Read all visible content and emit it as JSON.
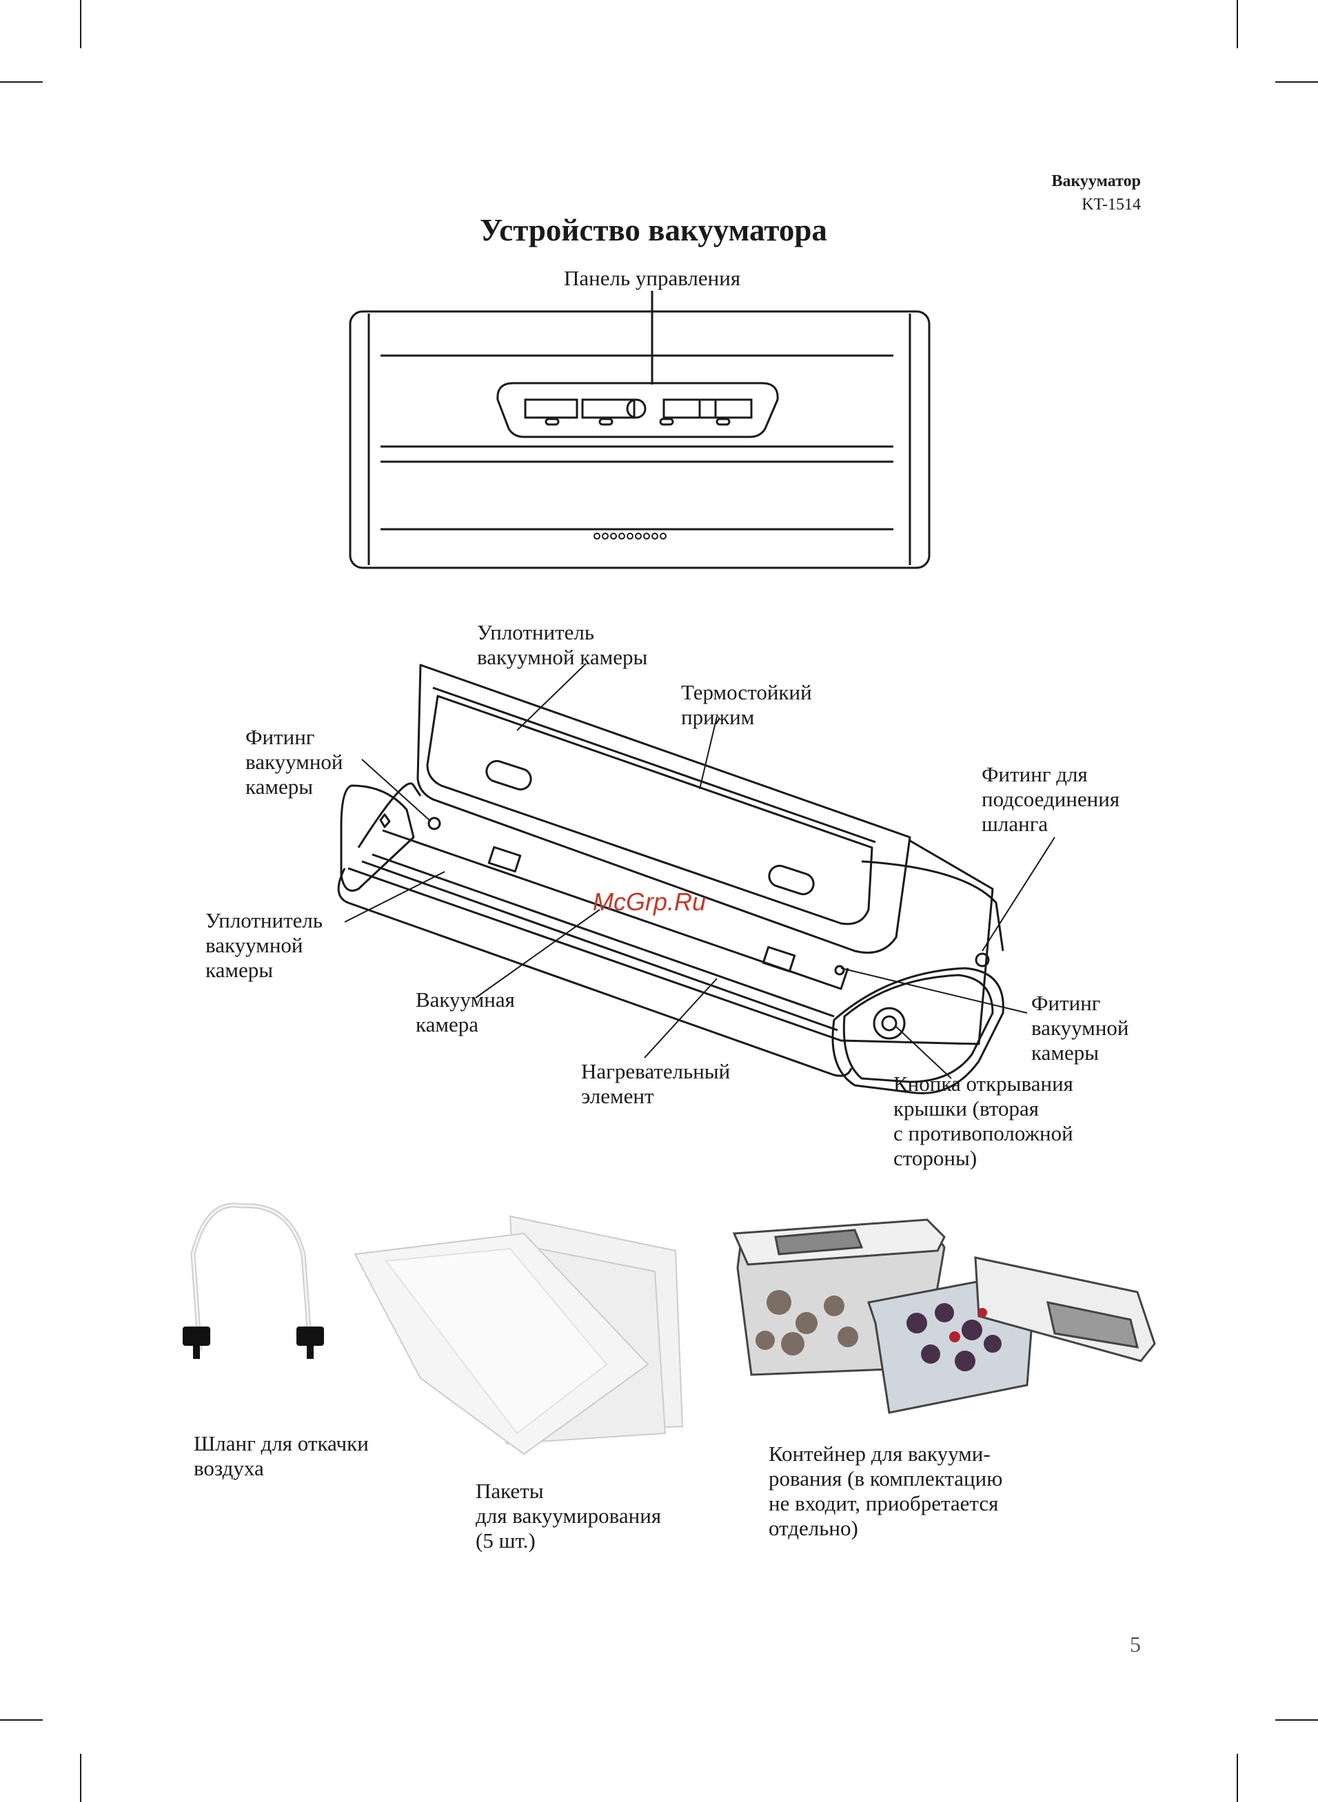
{
  "header": {
    "brand": "Вакууматор",
    "model": "KT-1514"
  },
  "title": "Устройство вакууматора",
  "top_view": {
    "control_panel_label": "Панель управления"
  },
  "main_view": {
    "labels": {
      "seal_top": [
        "Уплотнитель",
        "вакуумной камеры"
      ],
      "heat_clamp": [
        "Термостойкий",
        "прижим"
      ],
      "fitting_left": [
        "Фитинг",
        "вакуумной",
        "камеры"
      ],
      "hose_fitting": [
        "Фитинг для",
        "подсоединения",
        "шланга"
      ],
      "seal_bottom": [
        "Уплотнитель",
        "вакуумной",
        "камеры"
      ],
      "vacuum_chamber": [
        "Вакуумная",
        "камера"
      ],
      "fitting_right": [
        "Фитинг",
        "вакуумной",
        "камеры"
      ],
      "heating_element": [
        "Нагревательный",
        "элемент"
      ],
      "lid_button": [
        "Кнопка открывания",
        "крышки (вторая",
        "с противоположной",
        "стороны)"
      ]
    },
    "watermark": "McGrp.Ru"
  },
  "accessories": {
    "hose": [
      "Шланг для откачки",
      "воздуха"
    ],
    "bags": [
      "Пакеты",
      "для вакуумирования",
      "(5 шт.)"
    ],
    "container": [
      "Контейнер для вакууми-",
      "рования (в комплектацию",
      "не входит, приобретается",
      "отдельно)"
    ]
  },
  "page_number": "5"
}
